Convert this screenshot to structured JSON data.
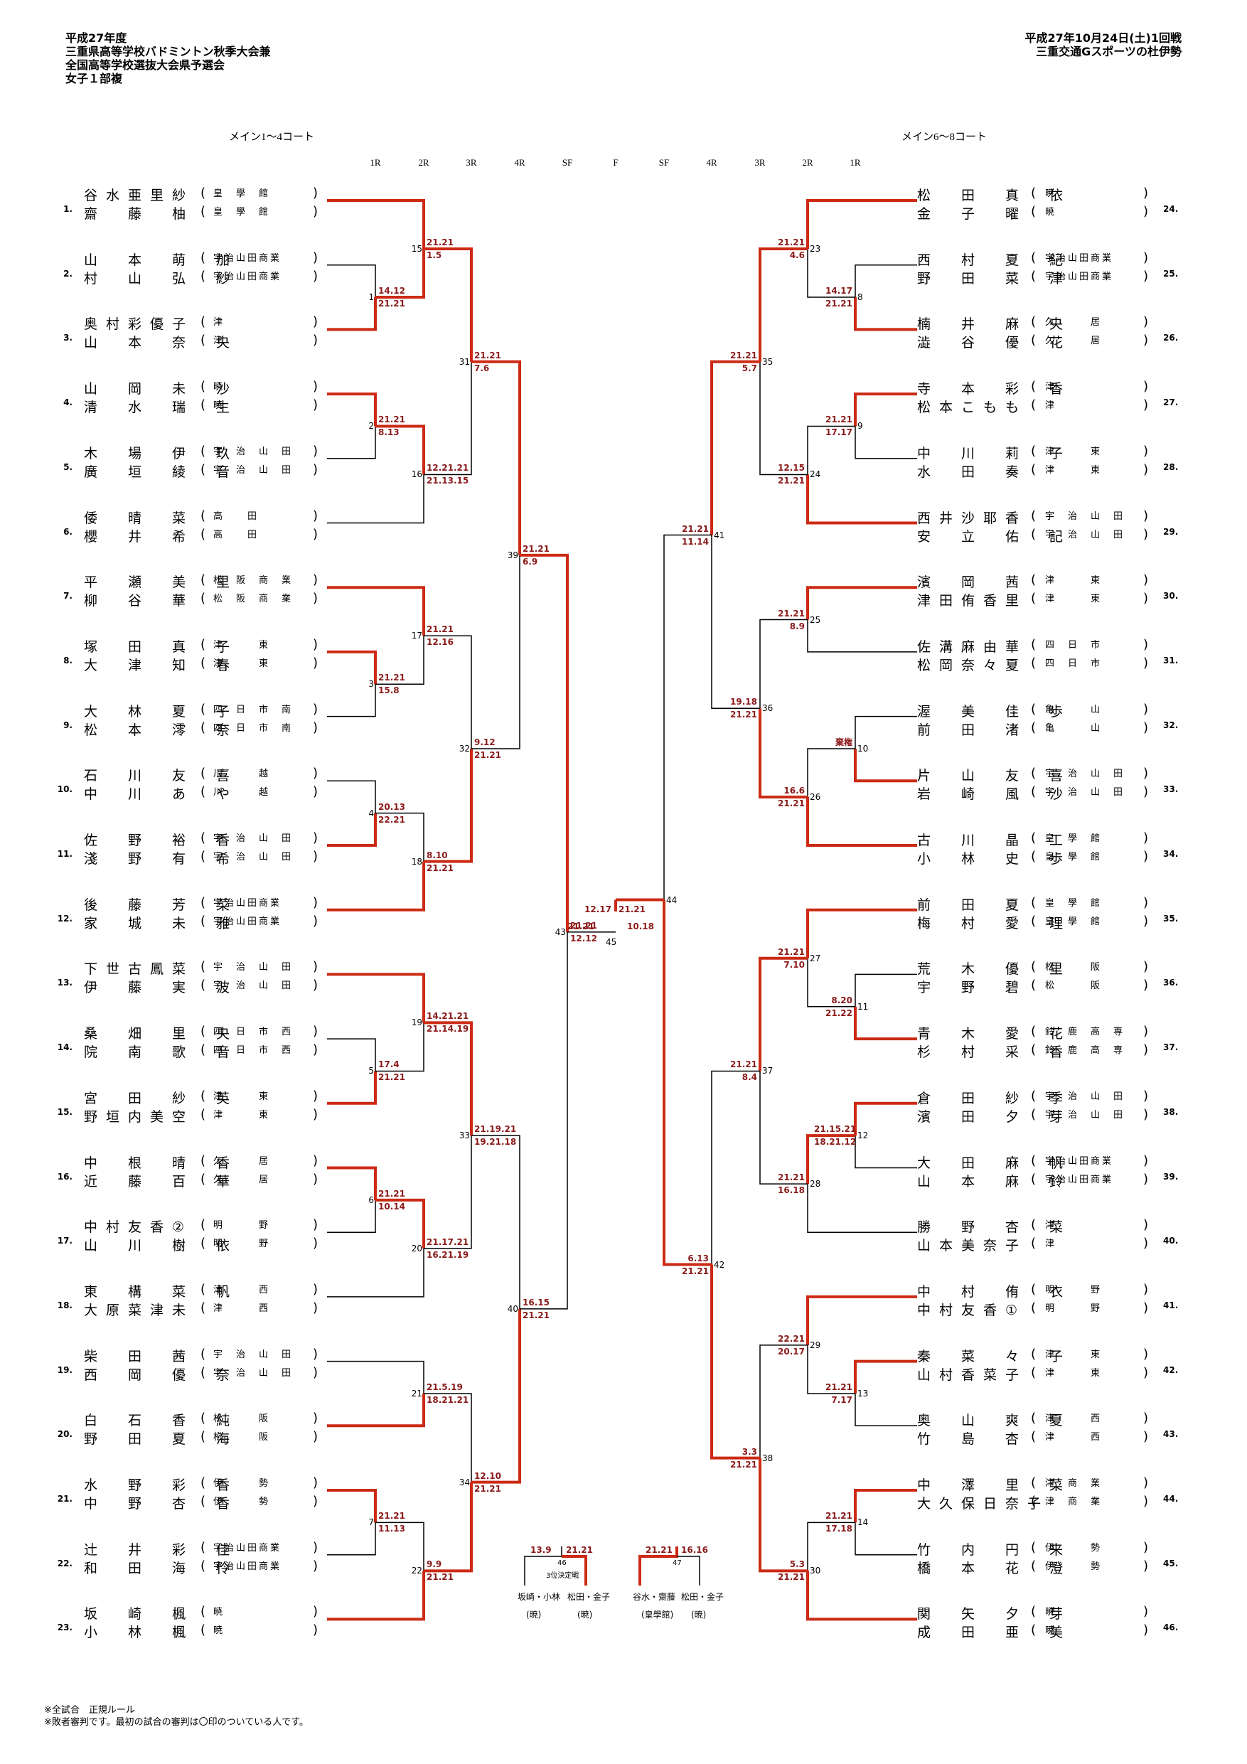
{
  "header": {
    "left": [
      "平成27年度",
      "三重県高等学校バドミントン秋季大会兼",
      "全国高等学校選抜大会県予選会",
      "女子１部複"
    ],
    "right": [
      "平成27年10月24日(土)1回戦",
      "三重交通Gスポーツの杜伊勢"
    ]
  },
  "courts": {
    "left": "メイン1～4コート",
    "right": "メイン6～8コート"
  },
  "rounds": [
    "1R",
    "2R",
    "3R",
    "4R",
    "SF",
    "F",
    "SF",
    "4R",
    "3R",
    "2R",
    "1R"
  ],
  "pairs": [
    {
      "no": "1.",
      "p1": "谷水亜里紗",
      "s1": "皇　學　館",
      "p2": "齋　藤　柚",
      "s2": "皇　學　館"
    },
    {
      "no": "2.",
      "p1": "山　本　萌　加",
      "s1": "宇治山田商業",
      "p2": "村　山　弘　紗",
      "s2": "宇治山田商業"
    },
    {
      "no": "3.",
      "p1": "奥村彩優子",
      "s1": "津",
      "p2": "山　本　奈　央",
      "s2": "津"
    },
    {
      "no": "4.",
      "p1": "山　岡　未　沙",
      "s1": "暁",
      "p2": "清　水　瑞　生",
      "s2": "暁"
    },
    {
      "no": "5.",
      "p1": "木　場　伊　玖",
      "s1": "宇　治　山　田",
      "p2": "廣　垣　綾　音",
      "s2": "宇　治　山　田"
    },
    {
      "no": "6.",
      "p1": "倭　晴　菜",
      "s1": "高　　田",
      "p2": "櫻　井　希",
      "s2": "高　　田"
    },
    {
      "no": "7.",
      "p1": "平　瀬　美　里",
      "s1": "松　阪　商　業",
      "p2": "柳　谷　華",
      "s2": "松　阪　商　業"
    },
    {
      "no": "8.",
      "p1": "塚　田　真　子",
      "s1": "津　　　東",
      "p2": "大　津　知　春",
      "s2": "津　　　東"
    },
    {
      "no": "9.",
      "p1": "大　林　夏　子",
      "s1": "四　日　市　南",
      "p2": "松　本　澪　奈",
      "s2": "四　日　市　南"
    },
    {
      "no": "10.",
      "p1": "石　川　友　喜",
      "s1": "川　　　越",
      "p2": "中　川　あ　や",
      "s2": "川　　　越"
    },
    {
      "no": "11.",
      "p1": "佐　野　裕　香",
      "s1": "宇　治　山　田",
      "p2": "淺　野　有　希",
      "s2": "宇　治　山　田"
    },
    {
      "no": "12.",
      "p1": "後　藤　芳　菜",
      "s1": "宇治山田商業",
      "p2": "家　城　未　雅",
      "s2": "宇治山田商業"
    },
    {
      "no": "13.",
      "p1": "下世古鳳菜",
      "s1": "宇　治　山　田",
      "p2": "伊　藤　実　波",
      "s2": "宇　治　山　田"
    },
    {
      "no": "14.",
      "p1": "桑　畑　里　央",
      "s1": "四　日　市　西",
      "p2": "院　南　歌　音",
      "s2": "四　日　市　西"
    },
    {
      "no": "15.",
      "p1": "宮　田　紗　英",
      "s1": "津　　　東",
      "p2": "野垣内美空",
      "s2": "津　　　東"
    },
    {
      "no": "16.",
      "p1": "中　根　晴　香",
      "s1": "久　　　居",
      "p2": "近　藤　百　華",
      "s2": "久　　　居"
    },
    {
      "no": "17.",
      "p1": "中村友香②",
      "s1": "明　　　野",
      "p2": "山　川　樹　依",
      "s2": "明　　　野"
    },
    {
      "no": "18.",
      "p1": "東　構　菜　帆",
      "s1": "津　　　西",
      "p2": "大原菜津未",
      "s2": "津　　　西"
    },
    {
      "no": "19.",
      "p1": "柴　田　茜",
      "s1": "宇　治　山　田",
      "p2": "西　岡　優　奈",
      "s2": "宇　治　山　田"
    },
    {
      "no": "20.",
      "p1": "白　石　香　純",
      "s1": "松　　　阪",
      "p2": "野　田　夏　海",
      "s2": "松　　　阪"
    },
    {
      "no": "21.",
      "p1": "水　野　彩　香",
      "s1": "伊　　　勢",
      "p2": "中　野　杏　香",
      "s2": "伊　　　勢"
    },
    {
      "no": "22.",
      "p1": "辻　井　彩　佳",
      "s1": "宇治山田商業",
      "p2": "和　田　海　怜",
      "s2": "宇治山田商業"
    },
    {
      "no": "23.",
      "p1": "坂　崎　楓",
      "s1": "暁",
      "p2": "小　林　楓",
      "s2": "暁"
    },
    {
      "no": "24.",
      "p1": "松　田　真　依",
      "s1": "暁",
      "p2": "金　子　曜",
      "s2": "暁"
    },
    {
      "no": "25.",
      "p1": "西　村　夏　紀",
      "s1": "宇治山田商業",
      "p2": "野　田　菜　津",
      "s2": "宇治山田商業"
    },
    {
      "no": "26.",
      "p1": "楠　井　麻　央",
      "s1": "久　　　居",
      "p2": "澁　谷　優　花",
      "s2": "久　　　居"
    },
    {
      "no": "27.",
      "p1": "寺　本　彩　香",
      "s1": "津",
      "p2": "松本こもも",
      "s2": "津"
    },
    {
      "no": "28.",
      "p1": "中　川　莉　子",
      "s1": "津　　　東",
      "p2": "水　田　奏",
      "s2": "津　　　東"
    },
    {
      "no": "29.",
      "p1": "西井沙耶香",
      "s1": "宇　治　山　田",
      "p2": "安　立　佑　記",
      "s2": "宇　治　山　田"
    },
    {
      "no": "30.",
      "p1": "濱　岡　茜",
      "s1": "津　　　東",
      "p2": "津田侑香里",
      "s2": "津　　　東"
    },
    {
      "no": "31.",
      "p1": "佐溝麻由華",
      "s1": "四　日　市",
      "p2": "松岡奈々夏",
      "s2": "四　日　市"
    },
    {
      "no": "32.",
      "p1": "渥　美　佳　歩",
      "s1": "亀　　　山",
      "p2": "前　田　渚",
      "s2": "亀　　　山"
    },
    {
      "no": "33.",
      "p1": "片　山　友　喜",
      "s1": "宇　治　山　田",
      "p2": "岩　崎　風　沙",
      "s2": "宇　治　山　田"
    },
    {
      "no": "34.",
      "p1": "古　川　晶　工",
      "s1": "皇　學　館",
      "p2": "小　林　史　歩",
      "s2": "皇　學　館"
    },
    {
      "no": "35.",
      "p1": "前　田　夏",
      "s1": "皇　學　館",
      "p2": "梅　村　愛　理",
      "s2": "皇　學　館"
    },
    {
      "no": "36.",
      "p1": "荒　木　優　里",
      "s1": "松　　　阪",
      "p2": "宇　野　碧",
      "s2": "松　　　阪"
    },
    {
      "no": "37.",
      "p1": "青　木　愛　花",
      "s1": "鈴　鹿　高　専",
      "p2": "杉　村　采　香",
      "s2": "鈴　鹿　高　専"
    },
    {
      "no": "38.",
      "p1": "倉　田　紗　季",
      "s1": "宇　治　山　田",
      "p2": "濱　田　夕　芽",
      "s2": "宇　治　山　田"
    },
    {
      "no": "39.",
      "p1": "大　田　麻　帆",
      "s1": "宇治山田商業",
      "p2": "山　本　麻　鈴",
      "s2": "宇治山田商業"
    },
    {
      "no": "40.",
      "p1": "勝　野　杏　菜",
      "s1": "津",
      "p2": "山本美奈子",
      "s2": "津"
    },
    {
      "no": "41.",
      "p1": "中　村　侑　衣",
      "s1": "明　　　野",
      "p2": "中村友香①",
      "s2": "明　　　野"
    },
    {
      "no": "42.",
      "p1": "秦　菜　々　子",
      "s1": "津　　　東",
      "p2": "山村香菜子",
      "s2": "津　　　東"
    },
    {
      "no": "43.",
      "p1": "奥　山　爽　夏",
      "s1": "津　　　西",
      "p2": "竹　島　杏",
      "s2": "津　　　西"
    },
    {
      "no": "44.",
      "p1": "中　澤　里　菜",
      "s1": "津　商　業",
      "p2": "大久保日奈子",
      "s2": "津　商　業"
    },
    {
      "no": "45.",
      "p1": "竹　内　円　来",
      "s1": "伊　　　勢",
      "p2": "橋　本　花　澄",
      "s2": "伊　　　勢"
    },
    {
      "no": "46.",
      "p1": "関　矢　夕　芽",
      "s1": "暁",
      "p2": "成　田　亜　美",
      "s2": "暁"
    }
  ],
  "matches": [
    {
      "no": "15",
      "top": "21.21",
      "bottom": "1.5"
    },
    {
      "no": "1",
      "top": "14.12",
      "bottom": "21.21"
    },
    {
      "no": "31",
      "top": "21.21",
      "bottom": "7.6"
    },
    {
      "no": "2",
      "top": "21.21",
      "bottom": "8.13"
    },
    {
      "no": "16",
      "top": "12.21.21",
      "bottom": "21.13.15"
    },
    {
      "no": "39",
      "top": "21.21",
      "bottom": "6.9"
    },
    {
      "no": "17",
      "top": "21.21",
      "bottom": "12.16"
    },
    {
      "no": "3",
      "top": "21.21",
      "bottom": "15.8"
    },
    {
      "no": "32",
      "top": "9.12",
      "bottom": "21.21"
    },
    {
      "no": "4",
      "top": "20.13",
      "bottom": "22.21"
    },
    {
      "no": "18",
      "top": "8.10",
      "bottom": "21.21"
    },
    {
      "no": "43",
      "top": "21.21",
      "bottom": "12.12"
    },
    {
      "no": "19",
      "top": "14.21.21",
      "bottom": "21.14.19"
    },
    {
      "no": "5",
      "top": "17.4",
      "bottom": "21.21"
    },
    {
      "no": "33",
      "top": "21.19.21",
      "bottom": "19.21.18"
    },
    {
      "no": "6",
      "top": "21.21",
      "bottom": "10.14"
    },
    {
      "no": "20",
      "top": "21.17.21",
      "bottom": "16.21.19"
    },
    {
      "no": "40",
      "top": "16.15",
      "bottom": "21.21"
    },
    {
      "no": "21",
      "top": "21.5.19",
      "bottom": "18.21.21"
    },
    {
      "no": "34",
      "top": "12.10",
      "bottom": "21.21"
    },
    {
      "no": "7",
      "top": "21.21",
      "bottom": "11.13"
    },
    {
      "no": "22",
      "top": "9.9",
      "bottom": "21.21"
    },
    {
      "no": "45",
      "top": "12.17",
      "bottom": "21.21",
      "top2": "21.21",
      "bottom2": "10.18"
    },
    {
      "no": "23",
      "top": "21.21",
      "bottom": "4.6"
    },
    {
      "no": "8",
      "top": "14.17",
      "bottom": "21.21"
    },
    {
      "no": "35",
      "top": "21.21",
      "bottom": "5.7"
    },
    {
      "no": "9",
      "top": "21.21",
      "bottom": "17.17"
    },
    {
      "no": "24",
      "top": "12.15",
      "bottom": "21.21"
    },
    {
      "no": "41",
      "top": "21.21",
      "bottom": "11.14"
    },
    {
      "no": "25",
      "top": "21.21",
      "bottom": "8.9"
    },
    {
      "no": "36",
      "top": "19.18",
      "bottom": "21.21"
    },
    {
      "no": "10",
      "top": "棄権",
      "bottom": ""
    },
    {
      "no": "26",
      "top": "16.6",
      "bottom": "21.21"
    },
    {
      "no": "44",
      "top": "",
      "bottom": ""
    },
    {
      "no": "27",
      "top": "21.21",
      "bottom": "7.10"
    },
    {
      "no": "11",
      "top": "8.20",
      "bottom": "21.22"
    },
    {
      "no": "37",
      "top": "21.21",
      "bottom": "8.4"
    },
    {
      "no": "12",
      "top": "21.15.21",
      "bottom": "18.21.12"
    },
    {
      "no": "28",
      "top": "21.21",
      "bottom": "16.18"
    },
    {
      "no": "42",
      "top": "6.13",
      "bottom": "21.21"
    },
    {
      "no": "29",
      "top": "22.21",
      "bottom": "20.17"
    },
    {
      "no": "13",
      "top": "21.21",
      "bottom": "7.17"
    },
    {
      "no": "38",
      "top": "3.3",
      "bottom": "21.21"
    },
    {
      "no": "14",
      "top": "21.21",
      "bottom": "17.18"
    },
    {
      "no": "30",
      "top": "5.3",
      "bottom": "21.21"
    }
  ],
  "playoffs": [
    {
      "no": "46",
      "label": "3位決定戦",
      "left_score": "13.9",
      "right_score": "21.21",
      "left_name": "坂崎・小林",
      "left_school": "(暁)",
      "right_name": "松田・金子",
      "right_school": "(暁)"
    },
    {
      "no": "47",
      "label": "",
      "left_score": "21.21",
      "right_score": "16.16",
      "left_name": "谷水・齋藤",
      "left_school": "(皇學館)",
      "right_name": "松田・金子",
      "right_school": "(暁)"
    }
  ],
  "footer": [
    "※全試合　正規ルール",
    "※敗者審判です。最初の試合の審判は〇印のついている人です。"
  ],
  "colors": {
    "winner_line": "#cc2a14",
    "line": "#000000",
    "score": "#8b1a1a"
  }
}
